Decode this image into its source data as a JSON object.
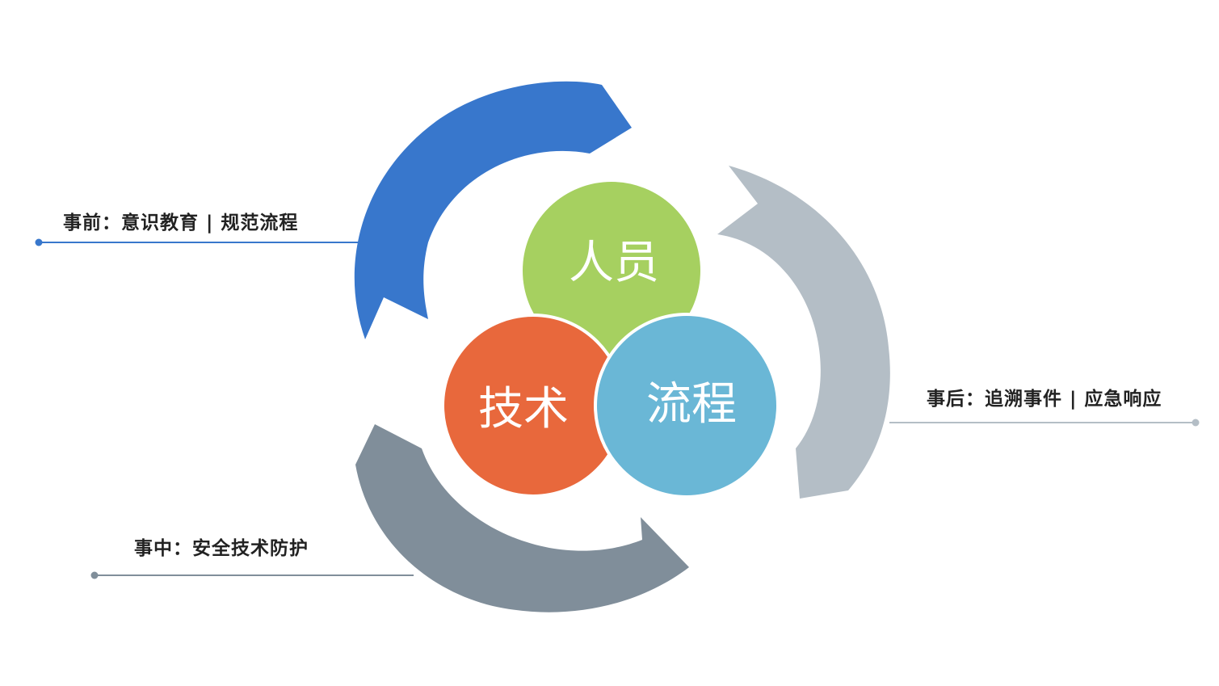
{
  "stages": {
    "before": {
      "text": "事前：意识教育 | 规范流程",
      "color": "#3877cc"
    },
    "during": {
      "text": "事中：安全技术防护",
      "color": "#808e9a"
    },
    "after": {
      "text": "事后：追溯事件 | 应急响应",
      "color": "#b4bec6"
    }
  },
  "circles": {
    "people": {
      "text": "人员",
      "color": "#a6d060"
    },
    "technology": {
      "text": "技术",
      "color": "#e8683c"
    },
    "process": {
      "text": "流程",
      "color": "#6ab7d6"
    }
  }
}
